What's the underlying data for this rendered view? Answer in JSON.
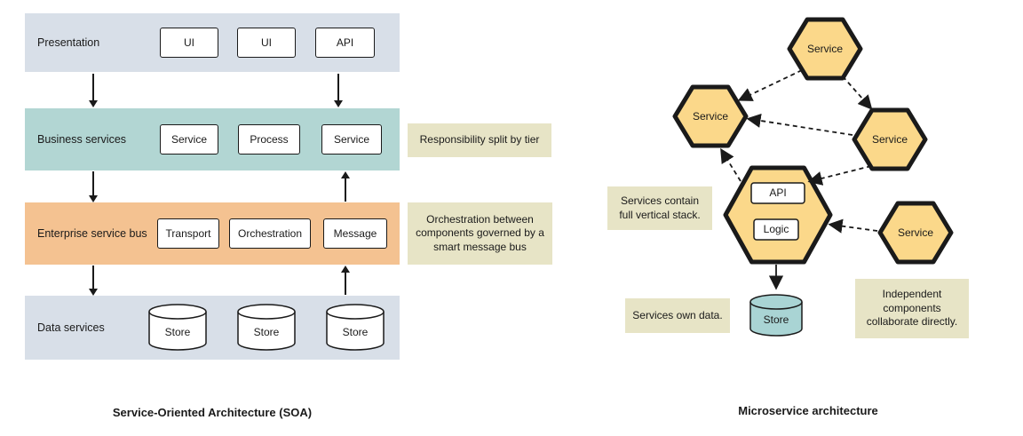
{
  "soa": {
    "caption": "Service-Oriented Architecture (SOA)",
    "tiers": [
      {
        "label": "Presentation",
        "color": "#d8dfe8",
        "boxes": [
          "UI",
          "UI",
          "API"
        ]
      },
      {
        "label": "Business services",
        "color": "#b2d6d3",
        "boxes": [
          "Service",
          "Process",
          "Service"
        ]
      },
      {
        "label": "Enterprise service bus",
        "color": "#f4c291",
        "boxes": [
          "Transport",
          "Orchestration",
          "Message"
        ]
      },
      {
        "label": "Data services",
        "color": "#d8dfe8",
        "boxes": [
          "Store",
          "Store",
          "Store"
        ]
      }
    ],
    "annotations": [
      "Responsibility split by tier",
      "Orchestration between components governed by a smart message bus"
    ]
  },
  "micro": {
    "caption": "Microservice architecture",
    "hex_labels": [
      "Service",
      "Service",
      "Service",
      "Service"
    ],
    "stack": {
      "api": "API",
      "logic": "Logic"
    },
    "store": "Store",
    "annotations": [
      "Services contain full vertical stack.",
      "Services own data.",
      "Independent components collaborate directly."
    ]
  },
  "colors": {
    "tier_blue": "#d8dfe8",
    "tier_teal": "#b2d6d3",
    "tier_orange": "#f4c291",
    "note_beige": "#e7e4c6",
    "hex_fill": "#fbd88a",
    "store_teal": "#a9d4d4",
    "line": "#1a1a1a"
  }
}
